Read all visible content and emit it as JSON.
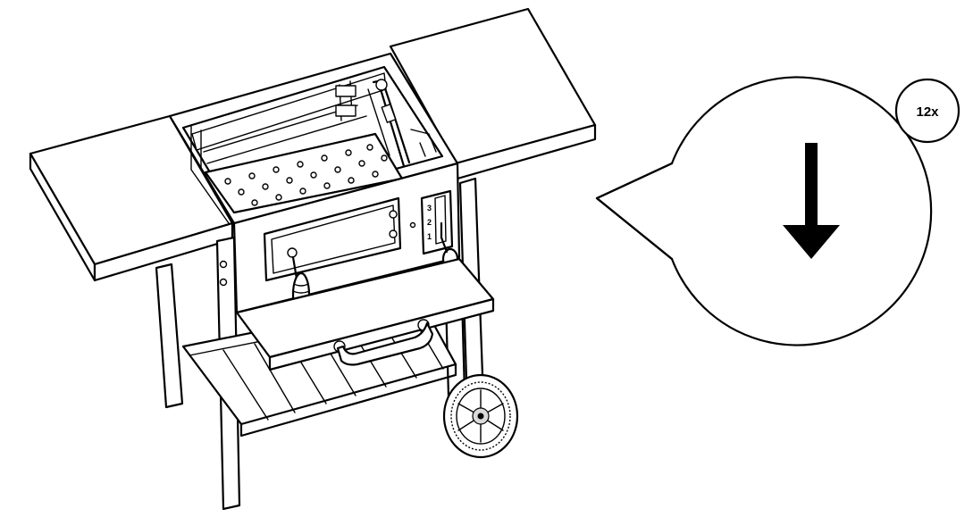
{
  "figure": {
    "type": "assembly-instruction-step",
    "subject": "charcoal-grill-cart",
    "callout": {
      "quantity_label": "12x",
      "action_symbol": "arrow-down-icon"
    },
    "adjuster_markers": [
      "3",
      "2",
      "1"
    ]
  },
  "colors": {
    "line": "#000000",
    "fill": "#ffffff",
    "shade": "#d9d9d9"
  }
}
